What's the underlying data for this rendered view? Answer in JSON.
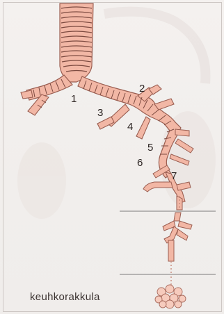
{
  "labels": {
    "l1": "1",
    "l2": "2",
    "l3": "3",
    "l4": "4",
    "l5": "5",
    "l6": "6",
    "l7": "7"
  },
  "caption": "keuhkorakkula",
  "colors": {
    "airway_fill": "#f2b7a5",
    "airway_stroke": "#9a5e51",
    "cartilage": "#7c4a40",
    "alveolus": "#f6cbbd"
  }
}
